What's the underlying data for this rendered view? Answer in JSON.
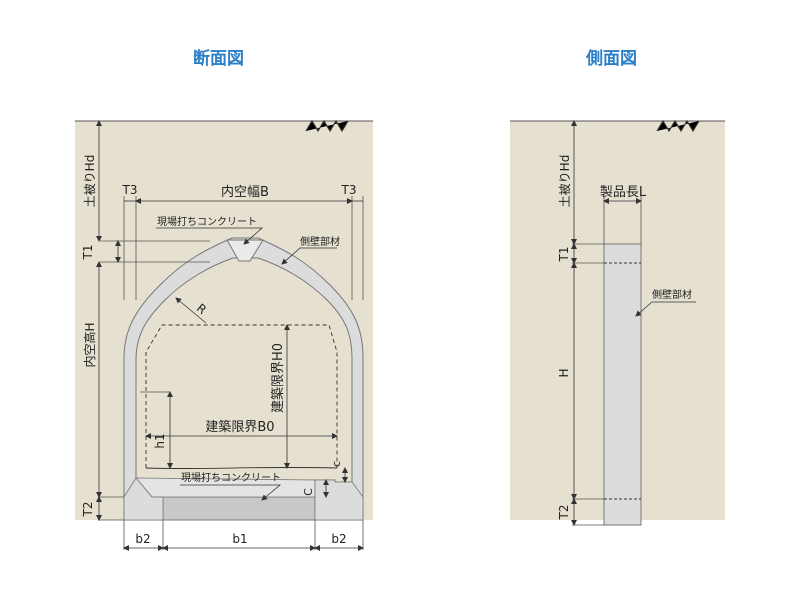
{
  "titles": {
    "section": "断面図",
    "side": "側面図"
  },
  "section": {
    "cover_depth": "土被りHd",
    "inner_width": "内空幅B",
    "t3_left": "T3",
    "t3_right": "T3",
    "cast_concrete_top": "現場打ちコンクリート",
    "side_wall": "側壁部材",
    "t1": "T1",
    "radius": "R",
    "inner_height": "内空高H",
    "clearance_height": "建築限界H0",
    "clearance_width": "建築限界B0",
    "h1": "h1",
    "c_small": "c",
    "cast_concrete_bottom": "現場打ちコンクリート",
    "c_big": "C",
    "t2": "T2",
    "b2_left": "b2",
    "b1": "b1",
    "b2_right": "b2"
  },
  "side": {
    "cover_depth": "土被りHd",
    "product_length": "製品長L",
    "t1": "T1",
    "side_wall": "側壁部材",
    "h": "H",
    "t2": "T2"
  },
  "colors": {
    "soil": "#e6e0d0",
    "concrete": "#dcdcdc",
    "title": "#2d7fc8"
  }
}
